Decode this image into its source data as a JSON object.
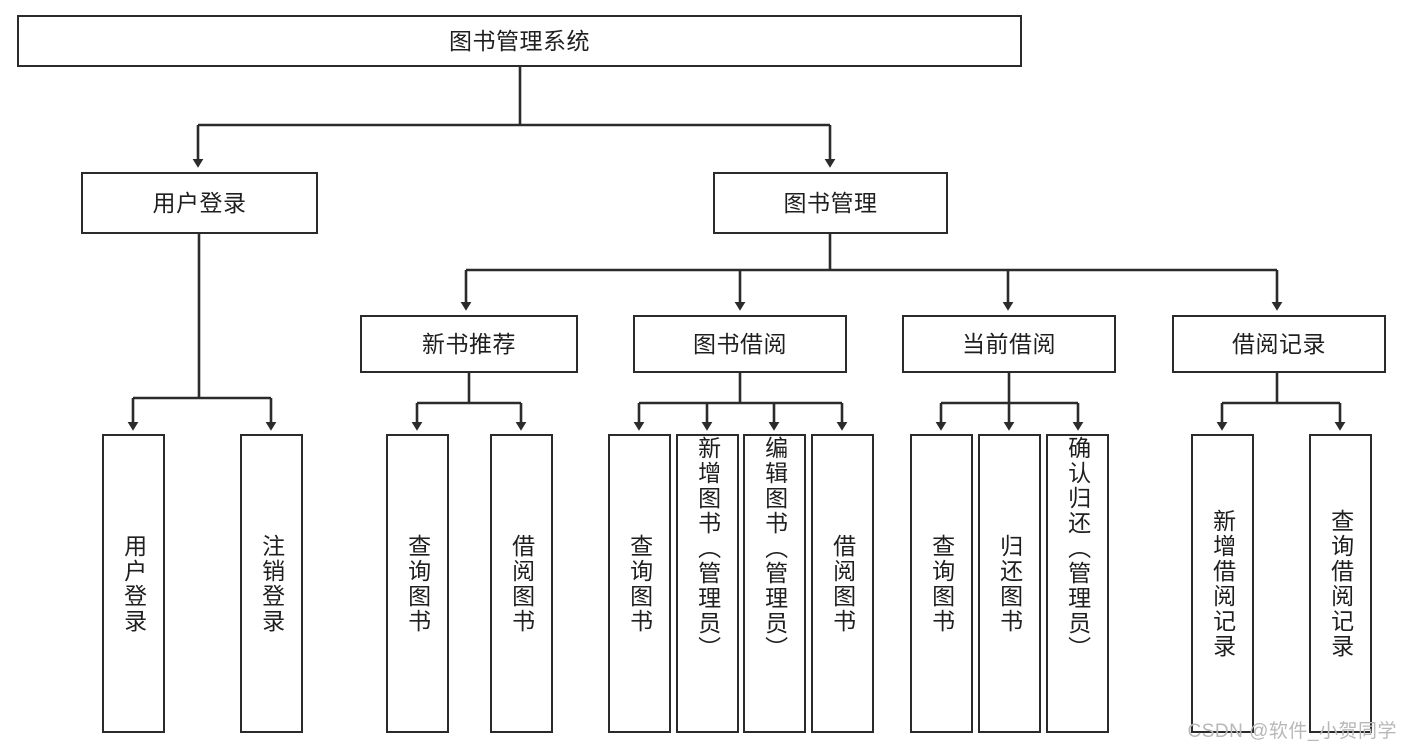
{
  "diagram": {
    "title": "图书管理系统",
    "type": "hierarchy-tree",
    "colors": {
      "border": "#2b2b2b",
      "fill": "#ffffff",
      "text": "#1f1f1f",
      "watermark": "#b8b8b8"
    },
    "root": {
      "label": "图书管理系统"
    },
    "level2": [
      {
        "label": "用户登录"
      },
      {
        "label": "图书管理"
      }
    ],
    "level3": [
      {
        "label": "新书推荐"
      },
      {
        "label": "图书借阅"
      },
      {
        "label": "当前借阅"
      },
      {
        "label": "借阅记录"
      }
    ],
    "leaves": {
      "user_login": [
        {
          "label": "用户登录"
        },
        {
          "label": "注销登录"
        }
      ],
      "new_book_recommend": [
        {
          "label": "查询图书"
        },
        {
          "label": "借阅图书"
        }
      ],
      "book_borrow": [
        {
          "label": "查询图书"
        },
        {
          "label": "新增图书（管理员）"
        },
        {
          "label": "编辑图书（管理员）"
        },
        {
          "label": "借阅图书"
        }
      ],
      "current_borrow": [
        {
          "label": "查询图书"
        },
        {
          "label": "归还图书"
        },
        {
          "label": "确认归还（管理员）"
        }
      ],
      "borrow_record": [
        {
          "label": "新增借阅记录"
        },
        {
          "label": "查询借阅记录"
        }
      ]
    }
  },
  "watermark": {
    "text": "CSDN @软件_小贺同学"
  }
}
